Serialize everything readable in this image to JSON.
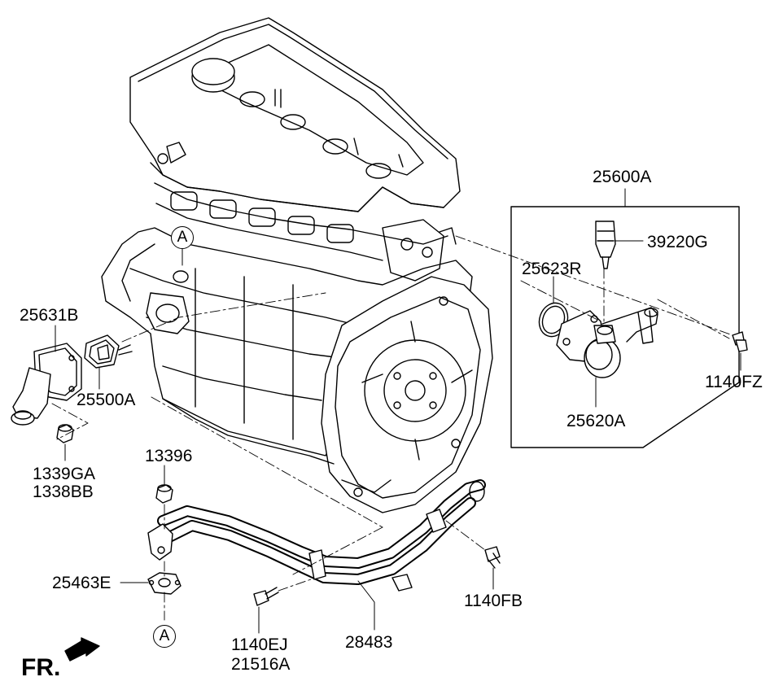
{
  "parts": {
    "p25600A": "25600A",
    "p39220G": "39220G",
    "p25623R": "25623R",
    "p1140FZ": "1140FZ",
    "p25620A": "25620A",
    "p25631B": "25631B",
    "p25500A": "25500A",
    "p13396": "13396",
    "p1339GA": "1339GA",
    "p1338BB": "1338BB",
    "p25463E": "25463E",
    "p1140FB": "1140FB",
    "p1140EJ": "1140EJ",
    "p21516A": "21516A",
    "p28483": "28483"
  },
  "markers": {
    "a_top": "A",
    "a_bottom": "A"
  },
  "orientation": {
    "label": "FR."
  },
  "colors": {
    "line": "#000000",
    "background": "#ffffff"
  }
}
